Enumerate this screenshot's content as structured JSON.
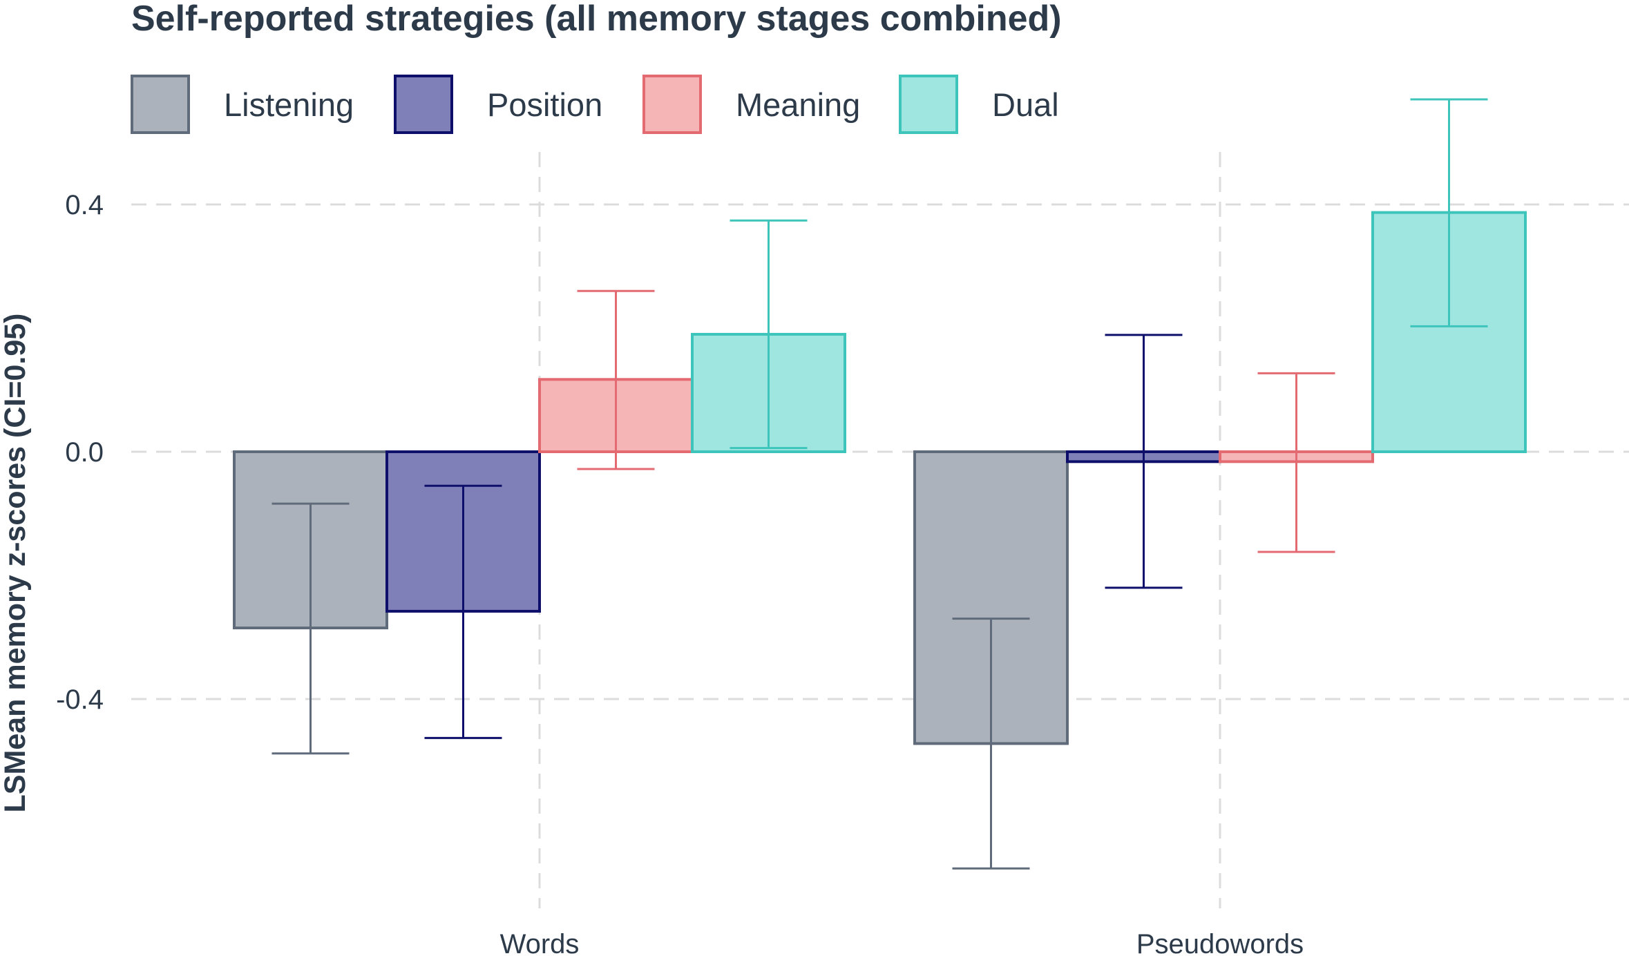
{
  "chart_data": {
    "type": "bar",
    "title": "Self-reported strategies (all memory stages combined)",
    "xlabel": "",
    "ylabel": "LSMean memory z-scores (CI=0.95)",
    "categories": [
      "Words",
      "Pseudowords"
    ],
    "ylim": [
      -0.72,
      0.57
    ],
    "yticks": [
      -0.4,
      0.0,
      0.4
    ],
    "ytick_labels": [
      "-0.4",
      "0.0",
      "0.4"
    ],
    "grid": true,
    "legend_position": "top-left",
    "series": [
      {
        "name": "Listening",
        "color": "#5f6b7a",
        "fill": "#abb2bb",
        "values": [
          -0.285,
          -0.472
        ],
        "ci_low": [
          -0.488,
          -0.674
        ],
        "ci_high": [
          -0.084,
          -0.27
        ]
      },
      {
        "name": "Position",
        "color": "#0d0f6b",
        "fill": "#8080b8",
        "values": [
          -0.258,
          -0.016
        ],
        "ci_low": [
          -0.463,
          -0.22
        ],
        "ci_high": [
          -0.055,
          0.189
        ]
      },
      {
        "name": "Meaning",
        "color": "#e46a72",
        "fill": "#f5b5b7",
        "values": [
          0.117,
          -0.016
        ],
        "ci_low": [
          -0.028,
          -0.162
        ],
        "ci_high": [
          0.26,
          0.127
        ]
      },
      {
        "name": "Dual",
        "color": "#3ec5bb",
        "fill": "#9fe5e0",
        "values": [
          0.19,
          0.387
        ],
        "ci_low": [
          0.006,
          0.203
        ],
        "ci_high": [
          0.374,
          0.57
        ]
      }
    ]
  }
}
